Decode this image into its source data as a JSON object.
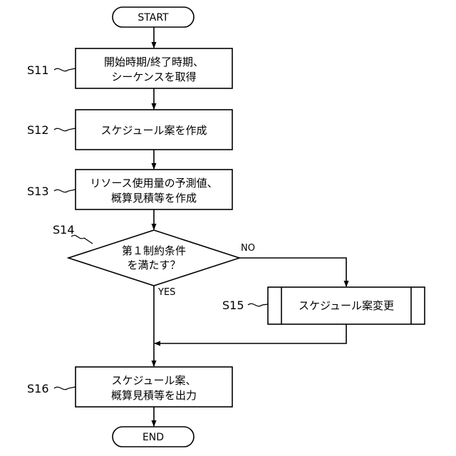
{
  "flowchart": {
    "start": "START",
    "end": "END",
    "s11": {
      "label": "S11",
      "line1": "開始時期/終了時期、",
      "line2": "シーケンスを取得"
    },
    "s12": {
      "label": "S12",
      "text": "スケジュール案を作成"
    },
    "s13": {
      "label": "S13",
      "line1": "リソース使用量の予測値、",
      "line2": "概算見積等を作成"
    },
    "s14": {
      "label": "S14",
      "line1": "第１制約条件",
      "line2": "を満たす？",
      "yes": "YES",
      "no": "NO"
    },
    "s15": {
      "label": "S15",
      "text": "スケジュール案変更"
    },
    "s16": {
      "label": "S16",
      "line1": "スケジュール案、",
      "line2": "概算見積等を出力"
    }
  }
}
